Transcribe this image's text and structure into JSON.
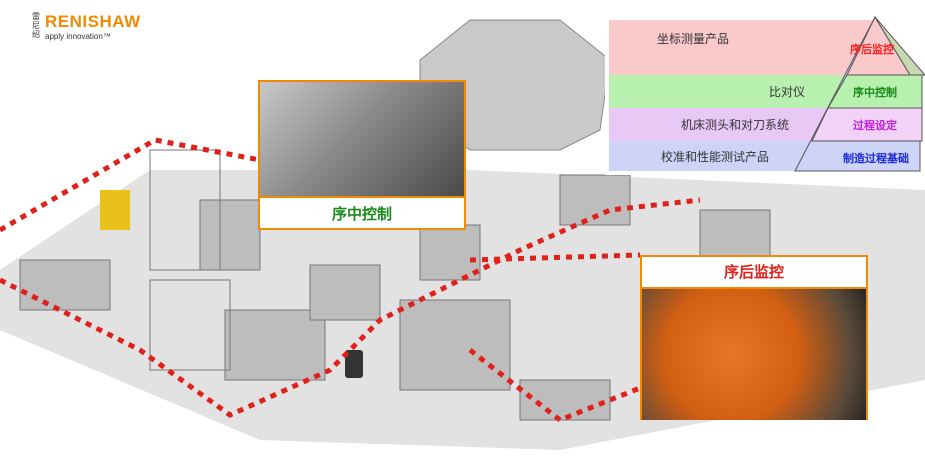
{
  "logo": {
    "brand": "RENISHAW",
    "chinese": "雷尼绍",
    "tagline": "apply innovation™"
  },
  "callouts": {
    "in_process": "序中控制",
    "post_process": "序后监控"
  },
  "legend": {
    "bands": [
      {
        "label": "坐标测量产品",
        "color": "#f9c9cc"
      },
      {
        "label": "比对仪",
        "color": "#f9c9cc"
      },
      {
        "label": "机床测头和对刀系统",
        "color": "#e8c8f5"
      },
      {
        "label": "校准和性能测试产品",
        "color": "#cdd4f7"
      }
    ],
    "pyramid": [
      {
        "label": "序后监控",
        "color": "#ff2020"
      },
      {
        "label": "序中控制",
        "color": "#1a8a1a"
      },
      {
        "label": "过程设定",
        "color": "#c020e0"
      },
      {
        "label": "制造过程基础",
        "color": "#1a2adf"
      }
    ]
  },
  "colors": {
    "accent": "#f08a00",
    "path": "#e0201a"
  }
}
